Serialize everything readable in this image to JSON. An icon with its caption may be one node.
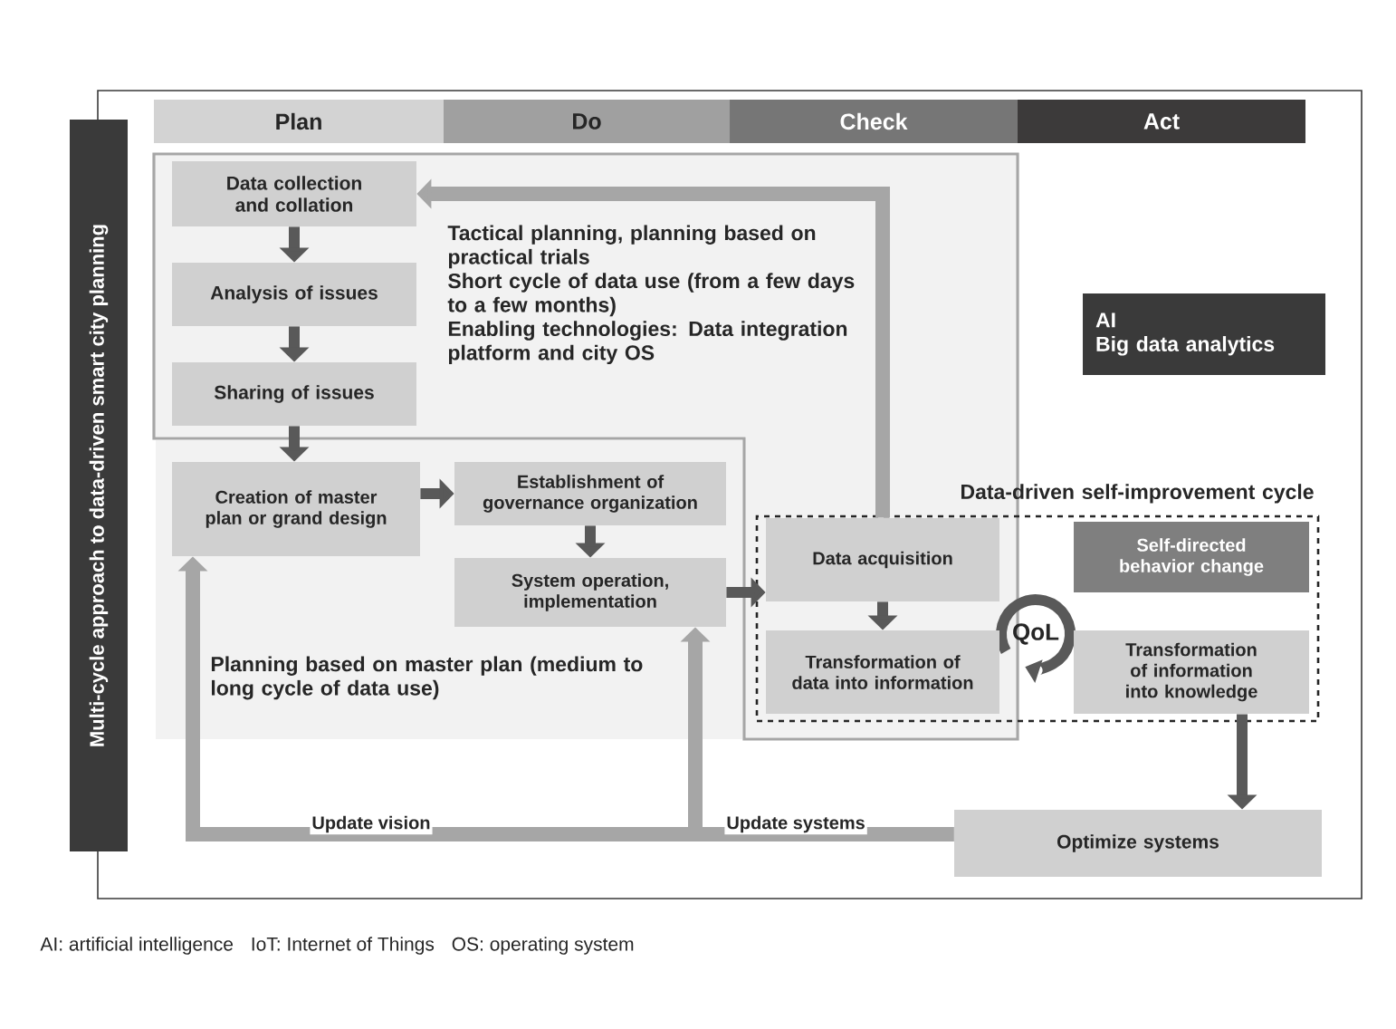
{
  "diagram": {
    "nodes": [
      {
        "text": [
          "Plan"
        ]
      },
      {
        "text": [
          "Do"
        ]
      },
      {
        "text": [
          "Check"
        ]
      },
      {
        "text": [
          "Act"
        ]
      },
      {
        "text": [
          "Multi-cycle approach to data-driven smart city planning"
        ]
      },
      {
        "text": [
          "Tactical planning, planning based on practical trials",
          "Short cycle of data use (from a few days to a few months)",
          "Enabling technologies: Data integration platform and city OS"
        ]
      },
      {
        "text": [
          "Data collection and collation"
        ],
        "in": 5
      },
      {
        "text": [
          "Analysis of issues"
        ],
        "in": 5
      },
      {
        "text": [
          "Sharing of issues"
        ],
        "in": 5
      },
      {
        "text": [
          "Planning based on master plan (medium to long cycle of data use)"
        ]
      },
      {
        "text": [
          "Creation of master plan or grand design"
        ],
        "in": 9
      },
      {
        "text": [
          "Establishment of governance organization"
        ],
        "in": 9
      },
      {
        "text": [
          "System operation, implementation"
        ],
        "in": 9
      },
      {
        "text": [
          "AI",
          "Big data analytics"
        ]
      },
      {
        "text": [
          "Data-driven self-improvement cycle"
        ]
      },
      {
        "text": [
          "Data acquisition"
        ]
      },
      {
        "text": [
          "Self-directed behavior change"
        ],
        "in": 14
      },
      {
        "text": [
          "QoL"
        ],
        "in": 14
      },
      {
        "text": [
          "Transformation of data into information"
        ]
      },
      {
        "text": [
          "Transformation of information into knowledge"
        ],
        "in": 14
      },
      {
        "text": [
          "Optimize systems"
        ]
      }
    ],
    "edges": [
      {
        "from": 6,
        "to": 7,
        "arrow": "to"
      },
      {
        "from": 7,
        "to": 8,
        "arrow": "to"
      },
      {
        "from": 8,
        "to": 10,
        "arrow": "to"
      },
      {
        "from": 10,
        "to": 11,
        "arrow": "to"
      },
      {
        "from": 11,
        "to": 12,
        "arrow": "to"
      },
      {
        "from": 12,
        "to": 15,
        "arrow": "to"
      },
      {
        "from": 15,
        "to": 18,
        "arrow": "to"
      },
      {
        "from": 19,
        "to": 20,
        "arrow": "to"
      },
      {
        "from": 15,
        "to": 6,
        "arrow": "to",
        "color": "#a6a6a6"
      },
      {
        "from": 20,
        "to": 10,
        "arrow": "to",
        "color": "#a6a6a6",
        "label": "Update vision"
      },
      {
        "from": 20,
        "to": 12,
        "arrow": "to",
        "color": "#a6a6a6",
        "label": "Update systems"
      }
    ],
    "labels": [
      "AI: artificial intelligence",
      "IoT: Internet of Things",
      "OS: operating system"
    ]
  }
}
